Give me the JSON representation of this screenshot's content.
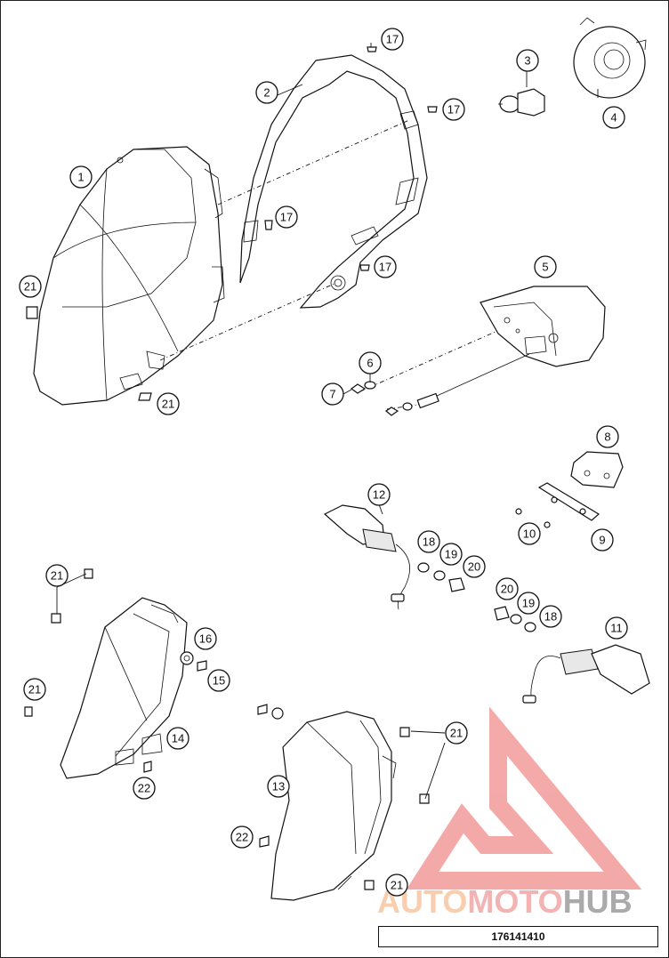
{
  "document_number": "176141410",
  "watermark": {
    "part1": "AUTO",
    "part2": "MOTO",
    "part3": "HUB",
    "color_auto": "#f7c6a0",
    "color_moto": "#f3a6a6",
    "color_hub": "#9c9c9c",
    "triangle_color": "#f39b9b"
  },
  "callouts": {
    "c1": "1",
    "c2": "2",
    "c3": "3",
    "c4": "4",
    "c5": "5",
    "c6": "6",
    "c7": "7",
    "c8": "8",
    "c9": "9",
    "c10": "10",
    "c11": "11",
    "c12": "12",
    "c13": "13",
    "c14": "14",
    "c15": "15",
    "c16": "16",
    "c17a": "17",
    "c17b": "17",
    "c17c": "17",
    "c17d": "17",
    "c18a": "18",
    "c18b": "18",
    "c19a": "19",
    "c19b": "19",
    "c20a": "20",
    "c20b": "20",
    "c21a": "21",
    "c21b": "21",
    "c21c": "21",
    "c21d": "21",
    "c21e": "21",
    "c21f": "21",
    "c22a": "22",
    "c22b": "22"
  }
}
